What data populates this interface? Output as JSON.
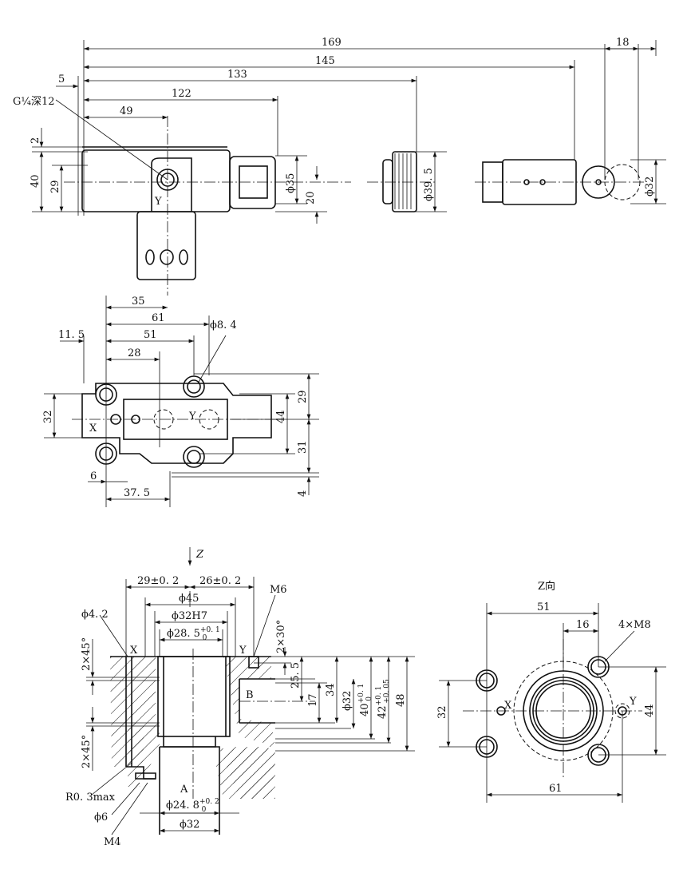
{
  "top_view": {
    "dims": {
      "d169": "169",
      "d18": "18",
      "d145": "145",
      "d133": "133",
      "d5": "5",
      "d122": "122",
      "d49": "49",
      "d2": "2",
      "d40": "40",
      "d29": "29",
      "d35": "ϕ35",
      "d20": "20",
      "d395": "ϕ39. 5",
      "d32": "ϕ32"
    },
    "port_note": "G¼深12",
    "port_y": "Y"
  },
  "plan_view": {
    "dims": {
      "d35": "35",
      "d61": "61",
      "d115": "11. 5",
      "d51": "51",
      "d28": "28",
      "d84": "ϕ8. 4",
      "d32": "32",
      "d29": "29",
      "d44": "44",
      "d31": "31",
      "d4": "4",
      "d6": "6",
      "d375": "37. 5"
    },
    "port_x": "X",
    "port_y": "Y"
  },
  "section_view": {
    "z_arrow": "Z",
    "dims": {
      "d29": "29±0. 2",
      "d26": "26±0. 2",
      "d45": "ϕ45",
      "d32h7": "ϕ32H7",
      "d285": "ϕ28. 5",
      "d285_up": "+0. 1",
      "d285_lo": "0",
      "d42": "ϕ4. 2",
      "m6": "M6",
      "c230": "2×30°",
      "c245a": "2×45°",
      "c245b": "2×45°",
      "d255": "25. 5",
      "d17": "17",
      "d34": "34",
      "d32b": "ϕ32",
      "d40": "40",
      "d40_up": "+0. 1",
      "d40_lo": "0",
      "d42b": "42",
      "d42_up": "+0. 1",
      "d42_lo": "+0. 05",
      "d48": "48",
      "r03": "R0. 3max",
      "d6": "ϕ6",
      "m4": "M4",
      "d248": "ϕ24. 8",
      "d248_up": "+0. 2",
      "d248_lo": "0",
      "d32c": "ϕ32"
    },
    "labels": {
      "x": "X",
      "y": "Y",
      "a": "A",
      "b": "B"
    }
  },
  "z_view": {
    "title": "Z向",
    "dims": {
      "d51": "51",
      "d16": "16",
      "m8": "4×M8",
      "d32": "32",
      "d44": "44",
      "d61": "61"
    },
    "labels": {
      "x": "X",
      "y": "Y"
    }
  }
}
